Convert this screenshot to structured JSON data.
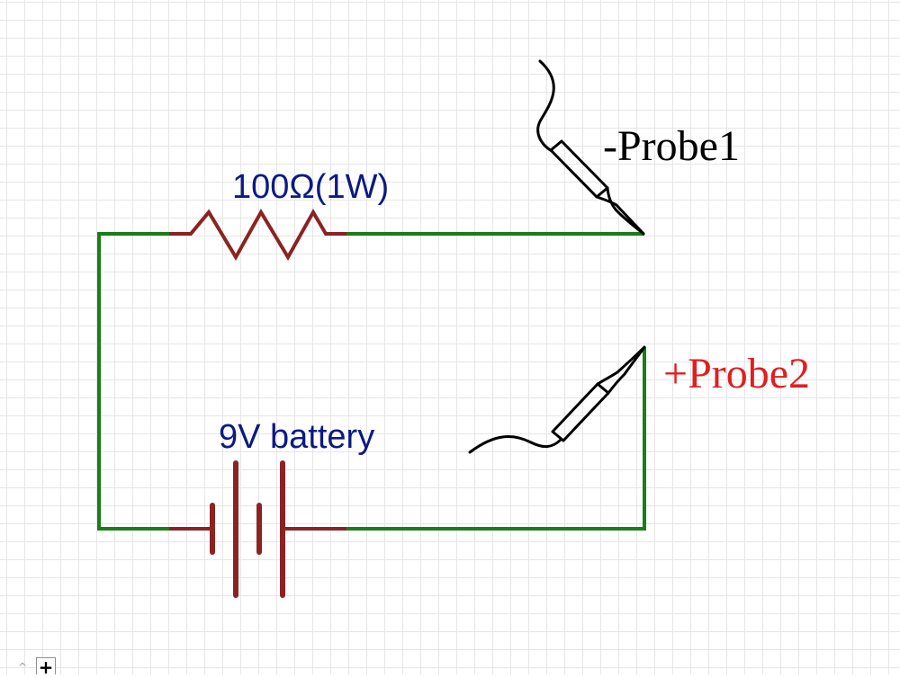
{
  "labels": {
    "resistor": "100Ω(1W)",
    "battery": "9V battery",
    "probe_negative": "-Probe1",
    "probe_positive": "+Probe2"
  },
  "colors": {
    "wire": "#1a7d1a",
    "component": "#8b2323",
    "component_label": "#0c1a82",
    "probe_negative_label": "#000000",
    "probe_positive_label": "#e01e1e",
    "probe": "#000000",
    "grid": "#e6e6e6"
  },
  "toolbar": {
    "collapse_icon": "chevron-up-icon",
    "collapse_glyph": "^",
    "add_page_icon": "plus-icon",
    "add_page_glyph": "+"
  }
}
